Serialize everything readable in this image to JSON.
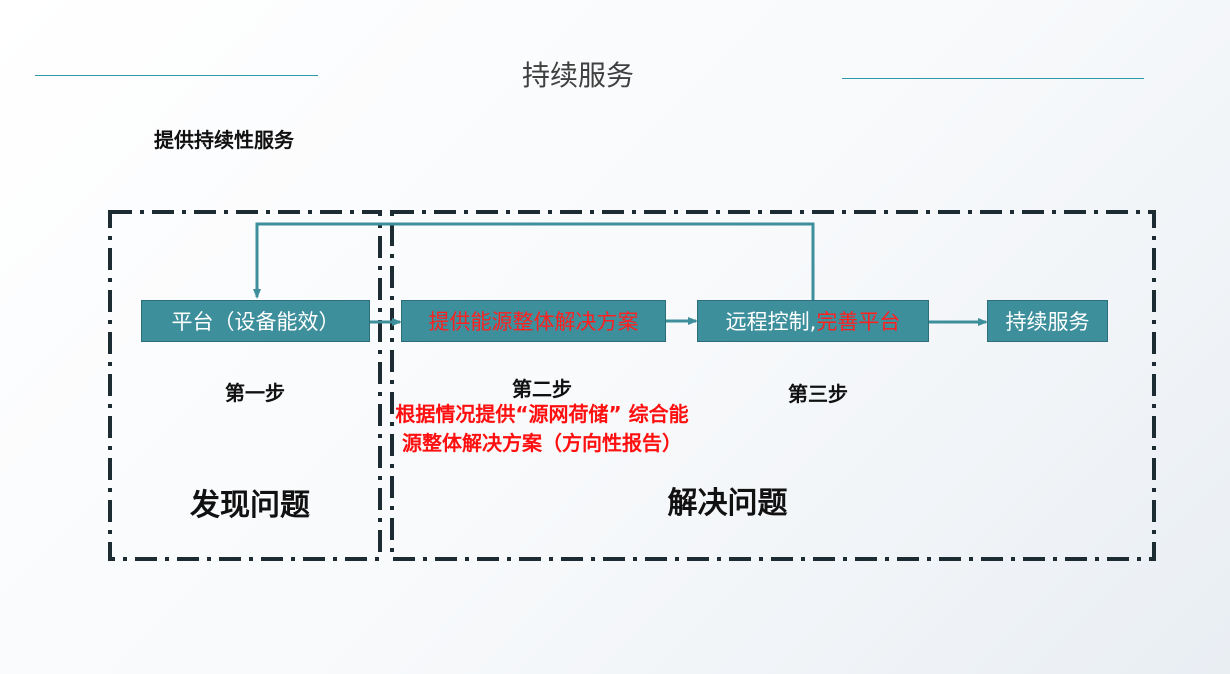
{
  "header": {
    "title": "持续服务"
  },
  "subtitle": "提供持续性服务",
  "flow": {
    "box1": "平台（设备能效）",
    "box2": "提供能源整体解决方案",
    "box3_part1": "远程控制,",
    "box3_part2": "完善平台",
    "box4": "持续服务"
  },
  "steps": {
    "step1": "第一步",
    "step2": "第二步",
    "step3": "第三步"
  },
  "step2_note": "根据情况提供“源网荷储” 综合能源整体解决方案（方向性报告）",
  "regions": {
    "left": "发现问题",
    "right": "解决问题"
  },
  "colors": {
    "box_fill": "#3e8f9c",
    "accent_line": "#2e9aa8",
    "highlight_text": "#ff2020",
    "frame": "#1d2b33"
  }
}
